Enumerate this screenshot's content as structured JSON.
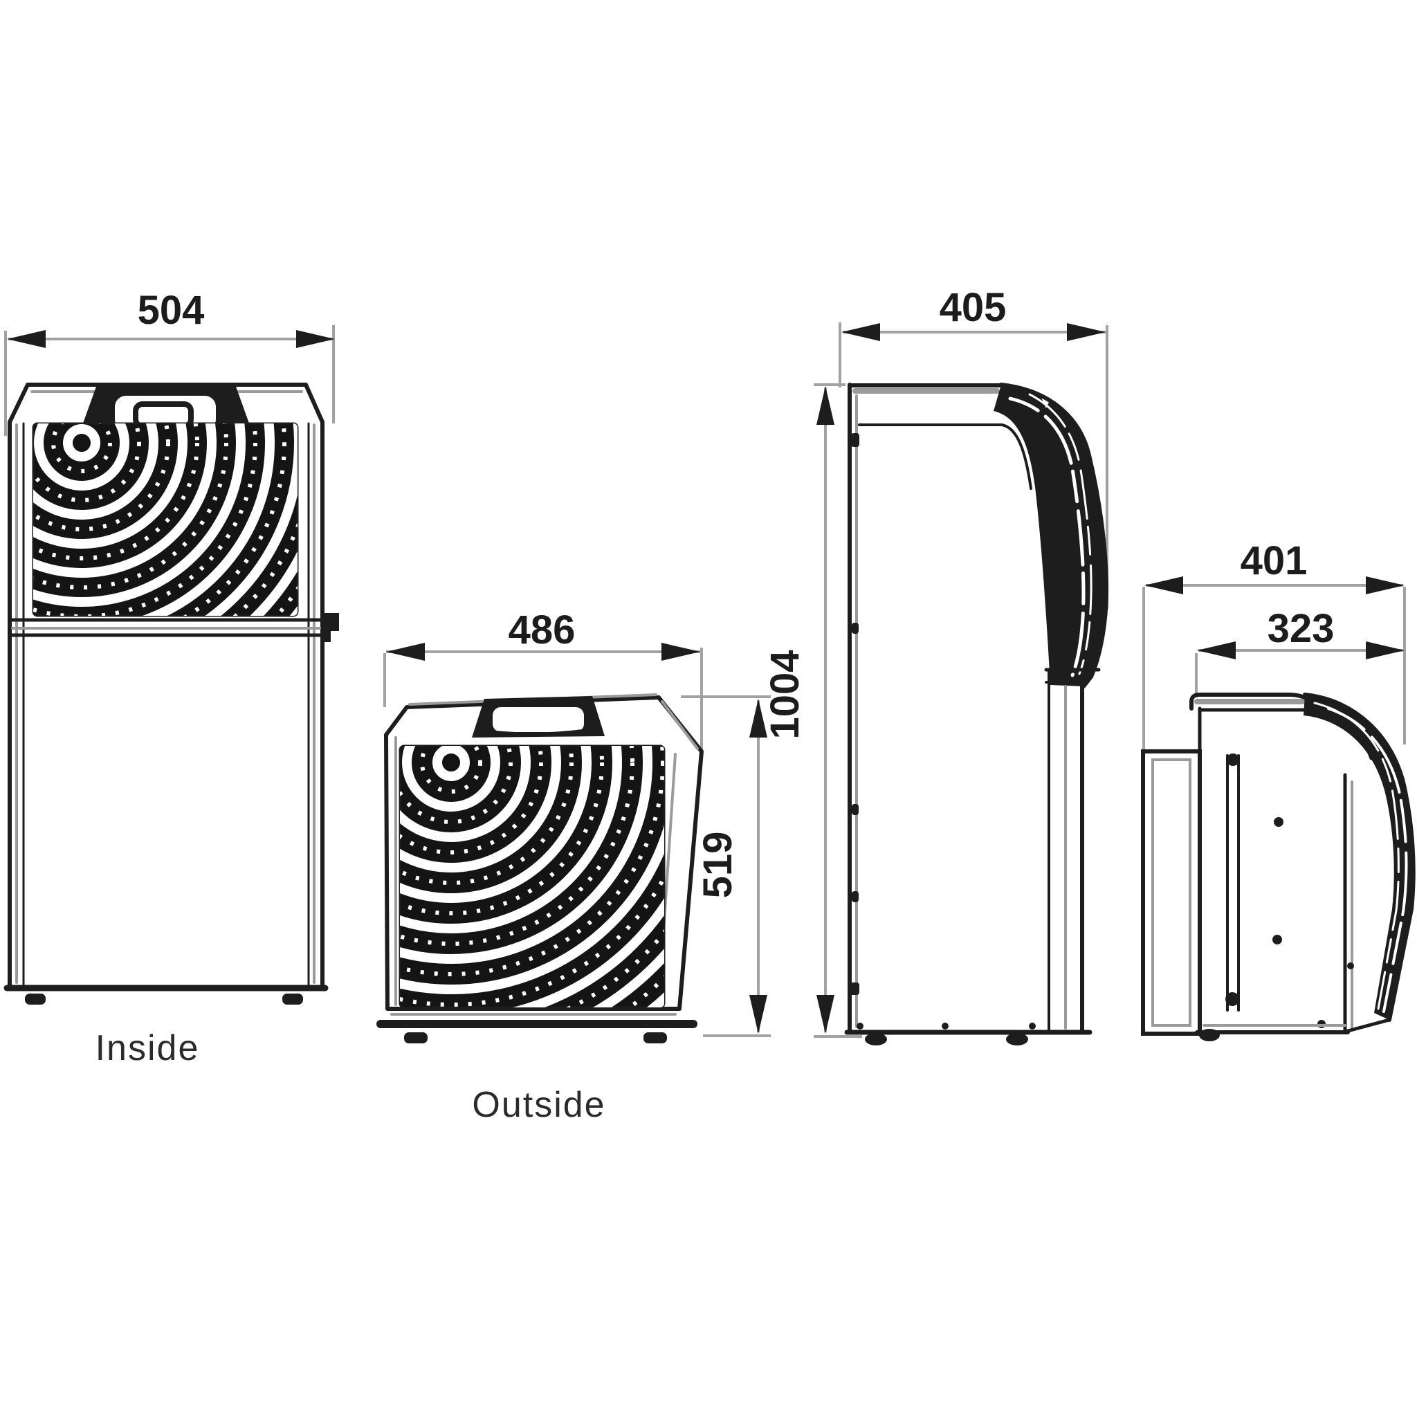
{
  "diagram": {
    "type": "technical-dimension-drawing",
    "views": [
      {
        "name": "inside-front-view",
        "label": "Inside",
        "dimensions": {
          "width": "504"
        }
      },
      {
        "name": "outside-front-view",
        "label": "Outside",
        "dimensions": {
          "width": "486",
          "height": "519"
        }
      },
      {
        "name": "side-profile-view",
        "label": "",
        "dimensions": {
          "depth": "405",
          "height": "1004"
        }
      },
      {
        "name": "compact-side-view",
        "label": "",
        "dimensions": {
          "overall_depth": "401",
          "body_depth": "323"
        }
      }
    ],
    "colors": {
      "line": "#1d1d1d",
      "dim_line": "#a2a2a2",
      "gray_accent": "#9a9a9a",
      "background": "#ffffff",
      "grille_fill": "#141414",
      "grille_stripe": "#ffffff"
    }
  }
}
